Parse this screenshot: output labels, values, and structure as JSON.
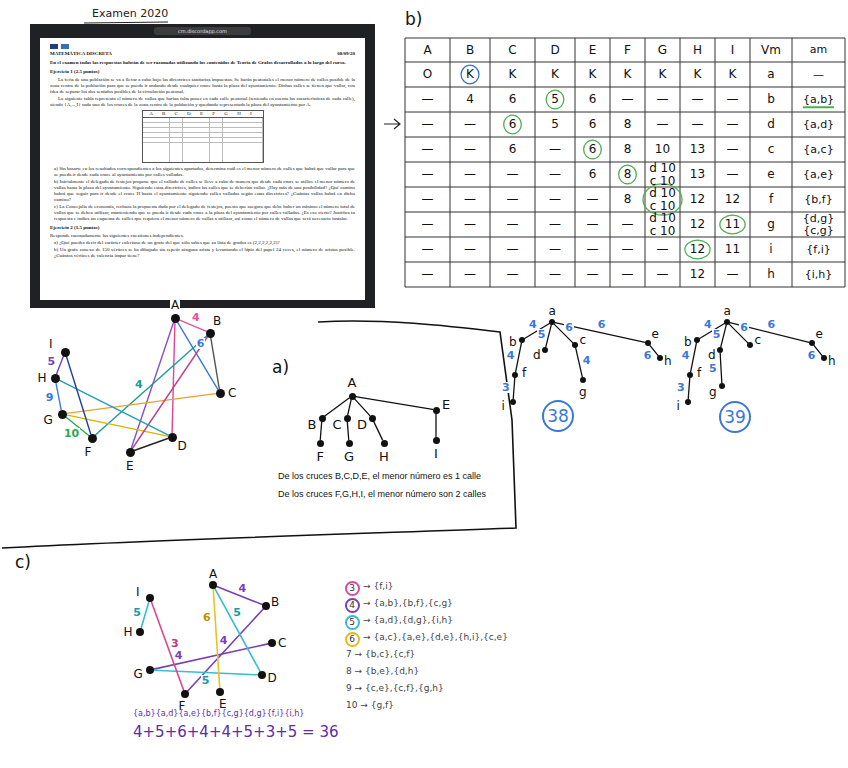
{
  "diagram": {
    "nodes": [
      {
        "text": [
          "cm.discordapp.com",
          "MATEMÁTICA DISCRETA",
          "08/09/20",
          "En el examen todas las respuestas habrán de ser razonadas utilizando los contenidos de Teoría de Grafos desarrollados a lo largo del curso.",
          "Ejercicio 1 (2.5 puntos)",
          "La feria de una población se va a llevar a cabo bajo las directrices sanitarias impuestas. Se harán peatonales el menor número de calles posible de la zona centro de la población para que se pueda ir andando desde cualquier cruce hasta la plaza del ayuntamiento. Dichas calles se tienen que vallar, con idea de separar los dos sentidos posibles de la circulación peatonal.",
          "La siguiente tabla representa el número de vallas que harían falta poner en cada calle peatonal (teniendo en cuenta las características de cada calle), siendo {A,...,I} cada uno de los cruces de la zona centro de la población y quedando representada la plaza del ayuntamiento por A.",
          "A B C D E F G H I",
          "a) Sin basarte en los resultados correspondientes a los siguientes apartados, determina cuál es el menor número de calles que habrá que vallar para que se pueda ir desde cada cruce al ayuntamiento por calles valladas.",
          "b) Inicialmente el delegado de festejos propone que el vallado de calles se lleve a cabo de manera que desde cada cruce se utilice el menor número de vallas hasta la plaza del ayuntamiento. Siguiendo estas directrices, indica las calles que se deberían vallar. ¿Hay más de una posibilidad? ¿Qué camino habrá que seguir para ir desde el cruce H hasta el ayuntamiento siguiendo calles valladas según estas directrices? ¿Cuántas vallas habrá en dicho camino?",
          "c) La Concejalía de economía, rechaza la propuesta dada por el delegado de festejos, puesto que asegura que debe haber un mínimo el número total de vallas que se deben utilizar, manteniendo que se pueda ir desde cada cruce a la plaza del ayuntamiento por calles valladas. ¿Es eso cierto? Justifica tu respuesta e indica un esquema de calles que requiera el menor número de vallas a utilizar, así como el número de vallas que será necesario instalar.",
          "Ejercicio 2 (1.5 puntos)",
          "Responde razonadamente las siguientes cuestiones independientes.",
          "a) ¿Qué puedes decir del carácter euleriano de un grafo del que sólo sabes que su lista de grados es (2,2,2,2,2,2)?",
          "b) Un grafo conexo de 150 vértices se ha dibujado sin repetir ninguna arista y levantando el lápiz del papel 24 veces, el número de aristas posible. ¿Cuántos vértices de valencia impar tiene?"
        ]
      },
      {
        "text": [
          "A"
        ]
      },
      {
        "text": [
          "B"
        ]
      },
      {
        "text": [
          "C"
        ]
      },
      {
        "text": [
          "D"
        ]
      },
      {
        "text": [
          "E"
        ]
      },
      {
        "text": [
          "F"
        ]
      },
      {
        "text": [
          "G"
        ]
      },
      {
        "text": [
          "H"
        ]
      },
      {
        "text": [
          "I"
        ]
      },
      {
        "text": [
          "A"
        ]
      },
      {
        "text": [
          "B"
        ]
      },
      {
        "text": [
          "C"
        ]
      },
      {
        "text": [
          "D"
        ]
      },
      {
        "text": [
          "E"
        ]
      },
      {
        "text": [
          "F"
        ]
      },
      {
        "text": [
          "G"
        ]
      },
      {
        "text": [
          "H"
        ]
      },
      {
        "text": [
          "I"
        ]
      },
      {
        "text": [
          "a"
        ]
      },
      {
        "text": [
          "b"
        ]
      },
      {
        "text": [
          "c"
        ]
      },
      {
        "text": [
          "d"
        ]
      },
      {
        "text": [
          "e"
        ]
      },
      {
        "text": [
          "f"
        ]
      },
      {
        "text": [
          "g"
        ]
      },
      {
        "text": [
          "h"
        ]
      },
      {
        "text": [
          "i"
        ]
      },
      {
        "text": [
          "38"
        ]
      },
      {
        "text": [
          "a"
        ]
      },
      {
        "text": [
          "b"
        ]
      },
      {
        "text": [
          "c"
        ]
      },
      {
        "text": [
          "d"
        ]
      },
      {
        "text": [
          "e"
        ]
      },
      {
        "text": [
          "f"
        ]
      },
      {
        "text": [
          "g"
        ]
      },
      {
        "text": [
          "h"
        ]
      },
      {
        "text": [
          "i"
        ]
      },
      {
        "text": [
          "39"
        ]
      },
      {
        "text": [
          "A"
        ]
      },
      {
        "text": [
          "B"
        ]
      },
      {
        "text": [
          "C"
        ]
      },
      {
        "text": [
          "D"
        ]
      },
      {
        "text": [
          "E"
        ]
      },
      {
        "text": [
          "F"
        ]
      },
      {
        "text": [
          "G"
        ]
      },
      {
        "text": [
          "H"
        ]
      },
      {
        "text": [
          "I"
        ]
      },
      {
        "text": [
          "3"
        ]
      },
      {
        "text": [
          "4"
        ]
      },
      {
        "text": [
          "5"
        ]
      },
      {
        "text": [
          "6"
        ]
      }
    ],
    "edges": [
      {
        "from": 1,
        "to": 2,
        "label": "4",
        "arrow": "none"
      },
      {
        "from": 1,
        "to": 4,
        "arrow": "none"
      },
      {
        "from": 1,
        "to": 3,
        "label": "6",
        "arrow": "none"
      },
      {
        "from": 1,
        "to": 5,
        "arrow": "none"
      },
      {
        "from": 9,
        "to": 8,
        "label": "5",
        "arrow": "none"
      },
      {
        "from": 7,
        "to": 8,
        "label": "9",
        "arrow": "none"
      },
      {
        "from": 7,
        "to": 6,
        "label": "10",
        "arrow": "none"
      },
      {
        "from": 2,
        "to": 6,
        "label": "4",
        "arrow": "none"
      },
      {
        "from": 3,
        "to": 7,
        "arrow": "none"
      },
      {
        "from": 4,
        "to": 7,
        "arrow": "none"
      },
      {
        "from": 4,
        "to": 5,
        "arrow": "none"
      },
      {
        "from": 2,
        "to": 3,
        "arrow": "none"
      },
      {
        "from": 2,
        "to": 5,
        "arrow": "none"
      },
      {
        "from": 4,
        "to": 8,
        "arrow": "none"
      },
      {
        "from": 6,
        "to": 9,
        "arrow": "none"
      },
      {
        "from": 10,
        "to": 11,
        "arrow": "none"
      },
      {
        "from": 10,
        "to": 12,
        "arrow": "none"
      },
      {
        "from": 10,
        "to": 13,
        "arrow": "none"
      },
      {
        "from": 10,
        "to": 14,
        "arrow": "none"
      },
      {
        "from": 11,
        "to": 15,
        "arrow": "none"
      },
      {
        "from": 12,
        "to": 16,
        "arrow": "none"
      },
      {
        "from": 13,
        "to": 17,
        "arrow": "none"
      },
      {
        "from": 14,
        "to": 18,
        "arrow": "none"
      },
      {
        "from": 19,
        "to": 20,
        "label": "4",
        "arrow": "none"
      },
      {
        "from": 19,
        "to": 22,
        "label": "5",
        "arrow": "none"
      },
      {
        "from": 19,
        "to": 21,
        "label": "6",
        "arrow": "none"
      },
      {
        "from": 19,
        "to": 23,
        "label": "6",
        "arrow": "none"
      },
      {
        "from": 20,
        "to": 24,
        "label": "4",
        "arrow": "none"
      },
      {
        "from": 21,
        "to": 25,
        "label": "4",
        "arrow": "none"
      },
      {
        "from": 23,
        "to": 26,
        "label": "6",
        "arrow": "none"
      },
      {
        "from": 24,
        "to": 27,
        "label": "3",
        "arrow": "none"
      },
      {
        "from": 29,
        "to": 30,
        "label": "4",
        "arrow": "none"
      },
      {
        "from": 29,
        "to": 32,
        "label": "5",
        "arrow": "none"
      },
      {
        "from": 29,
        "to": 31,
        "label": "6",
        "arrow": "none"
      },
      {
        "from": 29,
        "to": 33,
        "label": "6",
        "arrow": "none"
      },
      {
        "from": 30,
        "to": 34,
        "label": "4",
        "arrow": "none"
      },
      {
        "from": 32,
        "to": 35,
        "label": "5",
        "arrow": "none"
      },
      {
        "from": 33,
        "to": 36,
        "label": "6",
        "arrow": "none"
      },
      {
        "from": 34,
        "to": 37,
        "label": "3",
        "arrow": "none"
      },
      {
        "from": 39,
        "to": 40,
        "label": "4",
        "arrow": "none"
      },
      {
        "from": 40,
        "to": 44,
        "label": "4",
        "arrow": "none"
      },
      {
        "from": 41,
        "to": 45,
        "label": "4",
        "arrow": "none"
      },
      {
        "from": 39,
        "to": 42,
        "label": "5",
        "arrow": "none"
      },
      {
        "from": 42,
        "to": 45,
        "label": "5",
        "arrow": "none"
      },
      {
        "from": 47,
        "to": 46,
        "label": "5",
        "arrow": "none"
      },
      {
        "from": 39,
        "to": 43,
        "label": "6",
        "arrow": "none"
      },
      {
        "from": 44,
        "to": 47,
        "label": "3",
        "arrow": "none"
      }
    ],
    "labels": [
      "Examen 2020",
      "b)",
      "A",
      "B",
      "C",
      "D",
      "E",
      "F",
      "G",
      "H",
      "I",
      "Vm",
      "am",
      "O",
      "K",
      "K",
      "K",
      "K",
      "K",
      "K",
      "K",
      "K",
      "a",
      "—",
      "—",
      "4",
      "6",
      "5",
      "6",
      "—",
      "—",
      "—",
      "—",
      "b",
      "{a,b}",
      "—",
      "—",
      "6",
      "5",
      "6",
      "8",
      "—",
      "—",
      "—",
      "d",
      "{a,d}",
      "—",
      "—",
      "6",
      "—",
      "6",
      "8",
      "10",
      "13",
      "—",
      "c",
      "{a,c}",
      "—",
      "—",
      "—",
      "—",
      "6",
      "8",
      "d 10 c 10",
      "13",
      "—",
      "e",
      "{a,e}",
      "—",
      "—",
      "—",
      "—",
      "—",
      "8",
      "d 10 c 10",
      "12",
      "12",
      "f",
      "{b,f}",
      "—",
      "—",
      "—",
      "—",
      "—",
      "—",
      "d 10 c 10",
      "12",
      "11",
      "g",
      "{d,g} {c,g}",
      "—",
      "—",
      "—",
      "—",
      "—",
      "—",
      "—",
      "12",
      "11",
      "i",
      "{f,i}",
      "—",
      "—",
      "—",
      "—",
      "—",
      "—",
      "—",
      "12",
      "—",
      "h",
      "{i,h}",
      "a)",
      "De los cruces B,C,D,E, el menor número es 1 calle",
      "De los cruces F,G,H,I, el menor número son 2 calles",
      "c)",
      "→ {f,i}",
      "→ {a,b},{b,f},{c,g}",
      "→ {a,d},{d,g},{i,h}",
      "→ {a,c},{a,e},{d,e},{h,i},{c,e}",
      "7 → {b,c},{c,f}",
      "8 → {b,e},{d,h}",
      "9 → {c,e},{c,f},{g,h}",
      "10 → {g,f}",
      "{a,b}{a,d}{a,e}{b,f}{c,g}{d,g}{f,i}{i,h}",
      "4+5+6+4+4+5+3+5 = 36"
    ]
  }
}
